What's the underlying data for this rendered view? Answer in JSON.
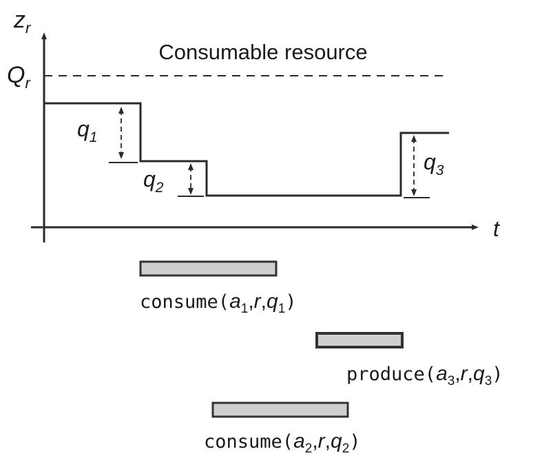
{
  "diagram": {
    "title": "Consumable resource",
    "y_axis_label": {
      "base": "z",
      "sub": "r"
    },
    "x_axis_label": "t",
    "capacity_label": {
      "base": "Q",
      "sub": "r"
    },
    "step_labels": [
      {
        "base": "q",
        "sub": "1"
      },
      {
        "base": "q",
        "sub": "2"
      },
      {
        "base": "q",
        "sub": "3"
      }
    ],
    "actions": [
      {
        "func": "consume",
        "a": "a",
        "a_sub": "1",
        "r": "r",
        "q": "q",
        "q_sub": "1"
      },
      {
        "func": "produce",
        "a": "a",
        "a_sub": "3",
        "r": "r",
        "q": "q",
        "q_sub": "3"
      },
      {
        "func": "consume",
        "a": "a",
        "a_sub": "2",
        "r": "r",
        "q": "q",
        "q_sub": "2"
      }
    ],
    "colors": {
      "line": "#2a2a2a",
      "bar_fill": "#cfcfcf",
      "bar_stroke": "#333333"
    }
  }
}
